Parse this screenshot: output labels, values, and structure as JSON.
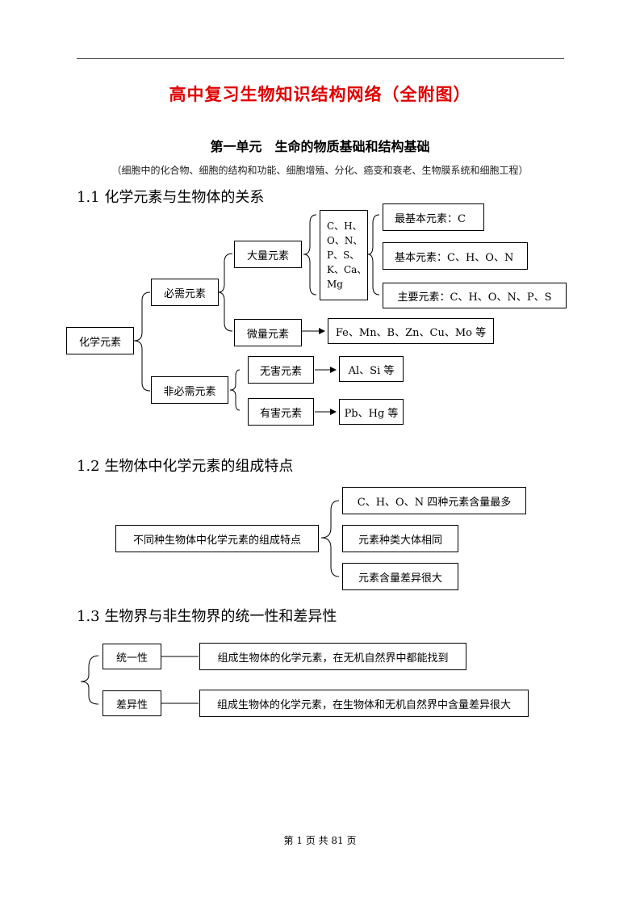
{
  "page": {
    "title": "高中复习生物知识结构网络（全附图）",
    "unit_title": "第一单元　生命的物质基础和结构基础",
    "unit_subtitle": "（细胞中的化合物、细胞的结构和功能、细胞增殖、分化、癌变和衰老、生物膜系统和细胞工程）",
    "footer": "第 1 页 共 81 页"
  },
  "section1": {
    "heading": "1.1 化学元素与生物体的关系",
    "root": "化学元素",
    "essential": "必需元素",
    "nonessential": "非必需元素",
    "macro": "大量元素",
    "micro": "微量元素",
    "macro_list": [
      "C、H、",
      "O、N、",
      "P、S、",
      "K、Ca、",
      "Mg"
    ],
    "most_basic": "最基本元素：C",
    "basic": "基本元素：C、H、O、N",
    "main": "主要元素：C、H、O、N、P、S",
    "micro_list": "Fe、Mn、B、Zn、Cu、Mo 等",
    "harmless": "无害元素",
    "harmful": "有害元素",
    "harmless_list": "Al、Si 等",
    "harmful_list": "Pb、Hg 等"
  },
  "section2": {
    "heading": "1.2 生物体中化学元素的组成特点",
    "root": "不同种生物体中化学元素的组成特点",
    "items": [
      "C、H、O、N 四种元素含量最多",
      "元素种类大体相同",
      "元素含量差异很大"
    ]
  },
  "section3": {
    "heading": "1.3 生物界与非生物界的统一性和差异性",
    "unity": "统一性",
    "difference": "差异性",
    "unity_desc": "组成生物体的化学元素，在无机自然界中都能找到",
    "difference_desc": "组成生物体的化学元素，在生物体和无机自然界中含量差异很大"
  }
}
